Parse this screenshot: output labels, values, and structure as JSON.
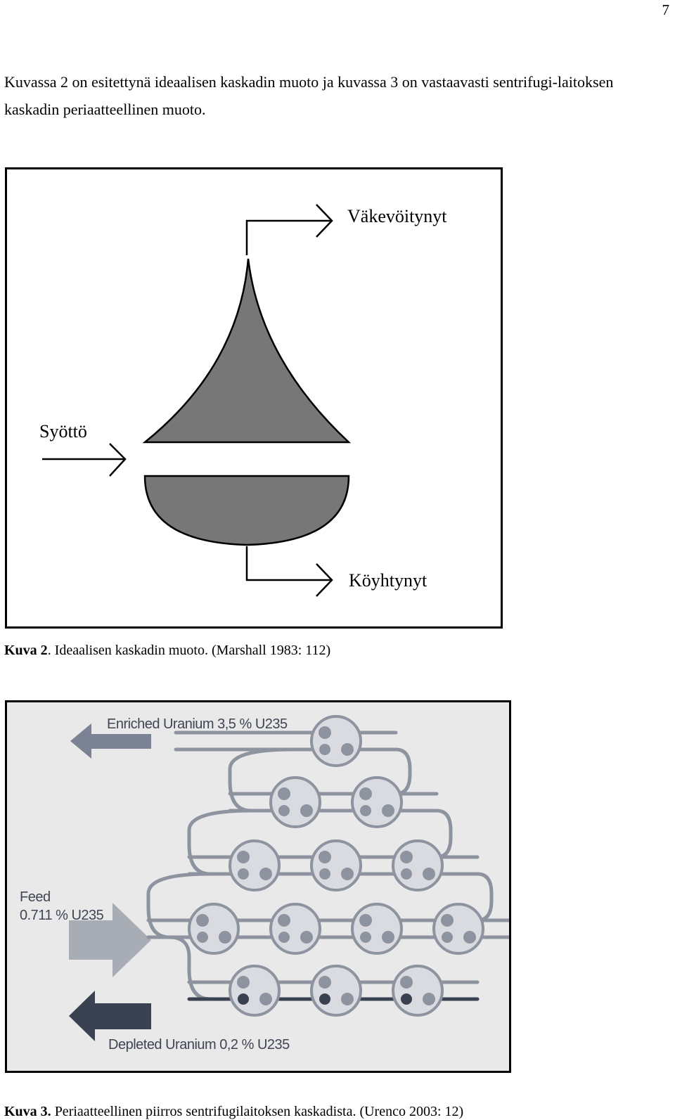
{
  "page_number": "7",
  "intro_text": "Kuvassa 2 on esitettynä ideaalisen kaskadin muoto ja kuvassa 3 on vastaavasti sentrifugi-laitoksen kaskadin periaatteellinen muoto.",
  "figure2": {
    "label_enriched": "Väkevöitynyt",
    "label_feed": "Syöttö",
    "label_depleted": "Köyhtynyt",
    "caption_bold": "Kuva 2",
    "caption_rest": ". Ideaalisen kaskadin muoto. (Marshall 1983: 112)"
  },
  "figure3": {
    "label_enriched": "Enriched Uranium 3,5 % U235",
    "label_feed_line1": "Feed",
    "label_feed_line2": "0.711 % U235",
    "label_depleted": "Depleted Uranium 0,2 % U235",
    "caption_bold": "Kuva 3.",
    "caption_rest": " Periaatteellinen piirros sentrifugilaitoksen kaskadista. (Urenco 2003: 12)",
    "stage_counts": [
      1,
      2,
      3,
      4,
      3
    ]
  },
  "colors": {
    "shape_fill": "#777777",
    "cascade_line": "#8e93a0",
    "arrow_enriched": "#7b8294",
    "arrow_feed": "#a8acb4",
    "arrow_depleted": "#3a4150",
    "panel_bg": "#e9e9ea"
  }
}
